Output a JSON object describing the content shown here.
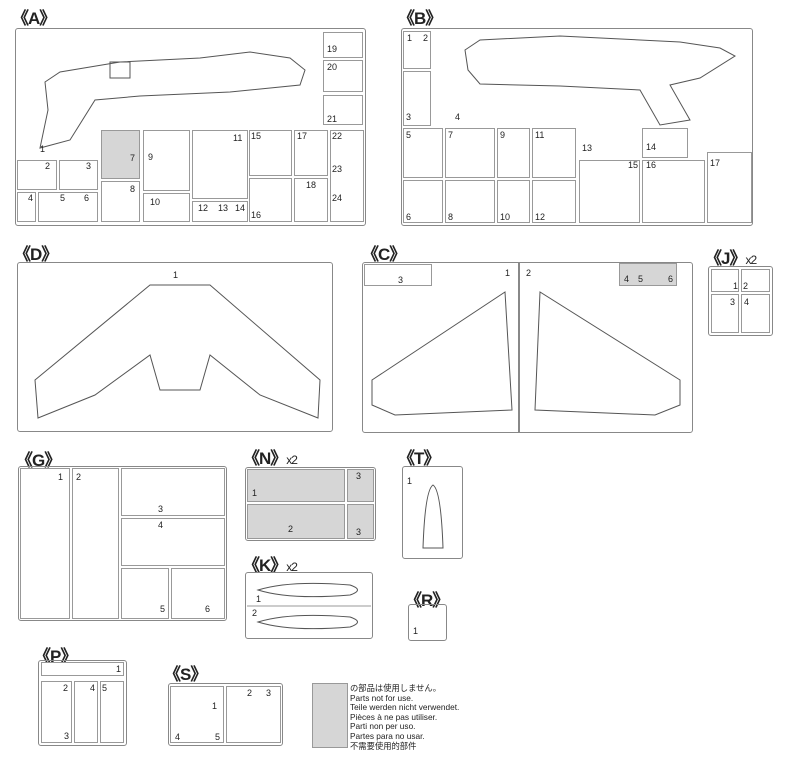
{
  "sprues": {
    "A": {
      "label": "《A》",
      "parts": [
        "1",
        "2",
        "3",
        "4",
        "5",
        "6",
        "7",
        "8",
        "9",
        "10",
        "11",
        "12",
        "13",
        "14",
        "15",
        "16",
        "17",
        "18",
        "19",
        "20",
        "21",
        "22",
        "23",
        "24"
      ]
    },
    "B": {
      "label": "《B》",
      "parts": [
        "1",
        "2",
        "3",
        "4",
        "5",
        "6",
        "7",
        "8",
        "9",
        "10",
        "11",
        "12",
        "13",
        "14",
        "15",
        "16",
        "17"
      ]
    },
    "D": {
      "label": "《D》",
      "parts": [
        "1"
      ]
    },
    "C": {
      "label": "《C》",
      "parts": [
        "1",
        "2",
        "3",
        "4",
        "5",
        "6"
      ]
    },
    "J": {
      "label": "《J》",
      "multiplier": "x2",
      "parts": [
        "1",
        "2",
        "3",
        "4"
      ]
    },
    "G": {
      "label": "《G》",
      "parts": [
        "1",
        "2",
        "3",
        "4",
        "5",
        "6"
      ]
    },
    "N": {
      "label": "《N》",
      "multiplier": "x2",
      "parts": [
        "1",
        "2",
        "3",
        "3"
      ]
    },
    "K": {
      "label": "《K》",
      "multiplier": "x2",
      "parts": [
        "1",
        "2"
      ]
    },
    "T": {
      "label": "《T》",
      "parts": [
        "1"
      ]
    },
    "R": {
      "label": "《R》",
      "parts": [
        "1"
      ]
    },
    "P": {
      "label": "《P》",
      "parts": [
        "1",
        "2",
        "3",
        "4",
        "5"
      ]
    },
    "S": {
      "label": "《S》",
      "parts": [
        "1",
        "2",
        "3",
        "4",
        "5"
      ]
    }
  },
  "legend": {
    "lines": [
      "の部品は使用しません。",
      "Parts not for use.",
      "Teile werden nicht verwendet.",
      "Pièces à ne pas utiliser.",
      "Parti non per uso.",
      "Partes para no usar.",
      "不需要使用的部件"
    ],
    "swatch_color": "#d6d6d6"
  }
}
